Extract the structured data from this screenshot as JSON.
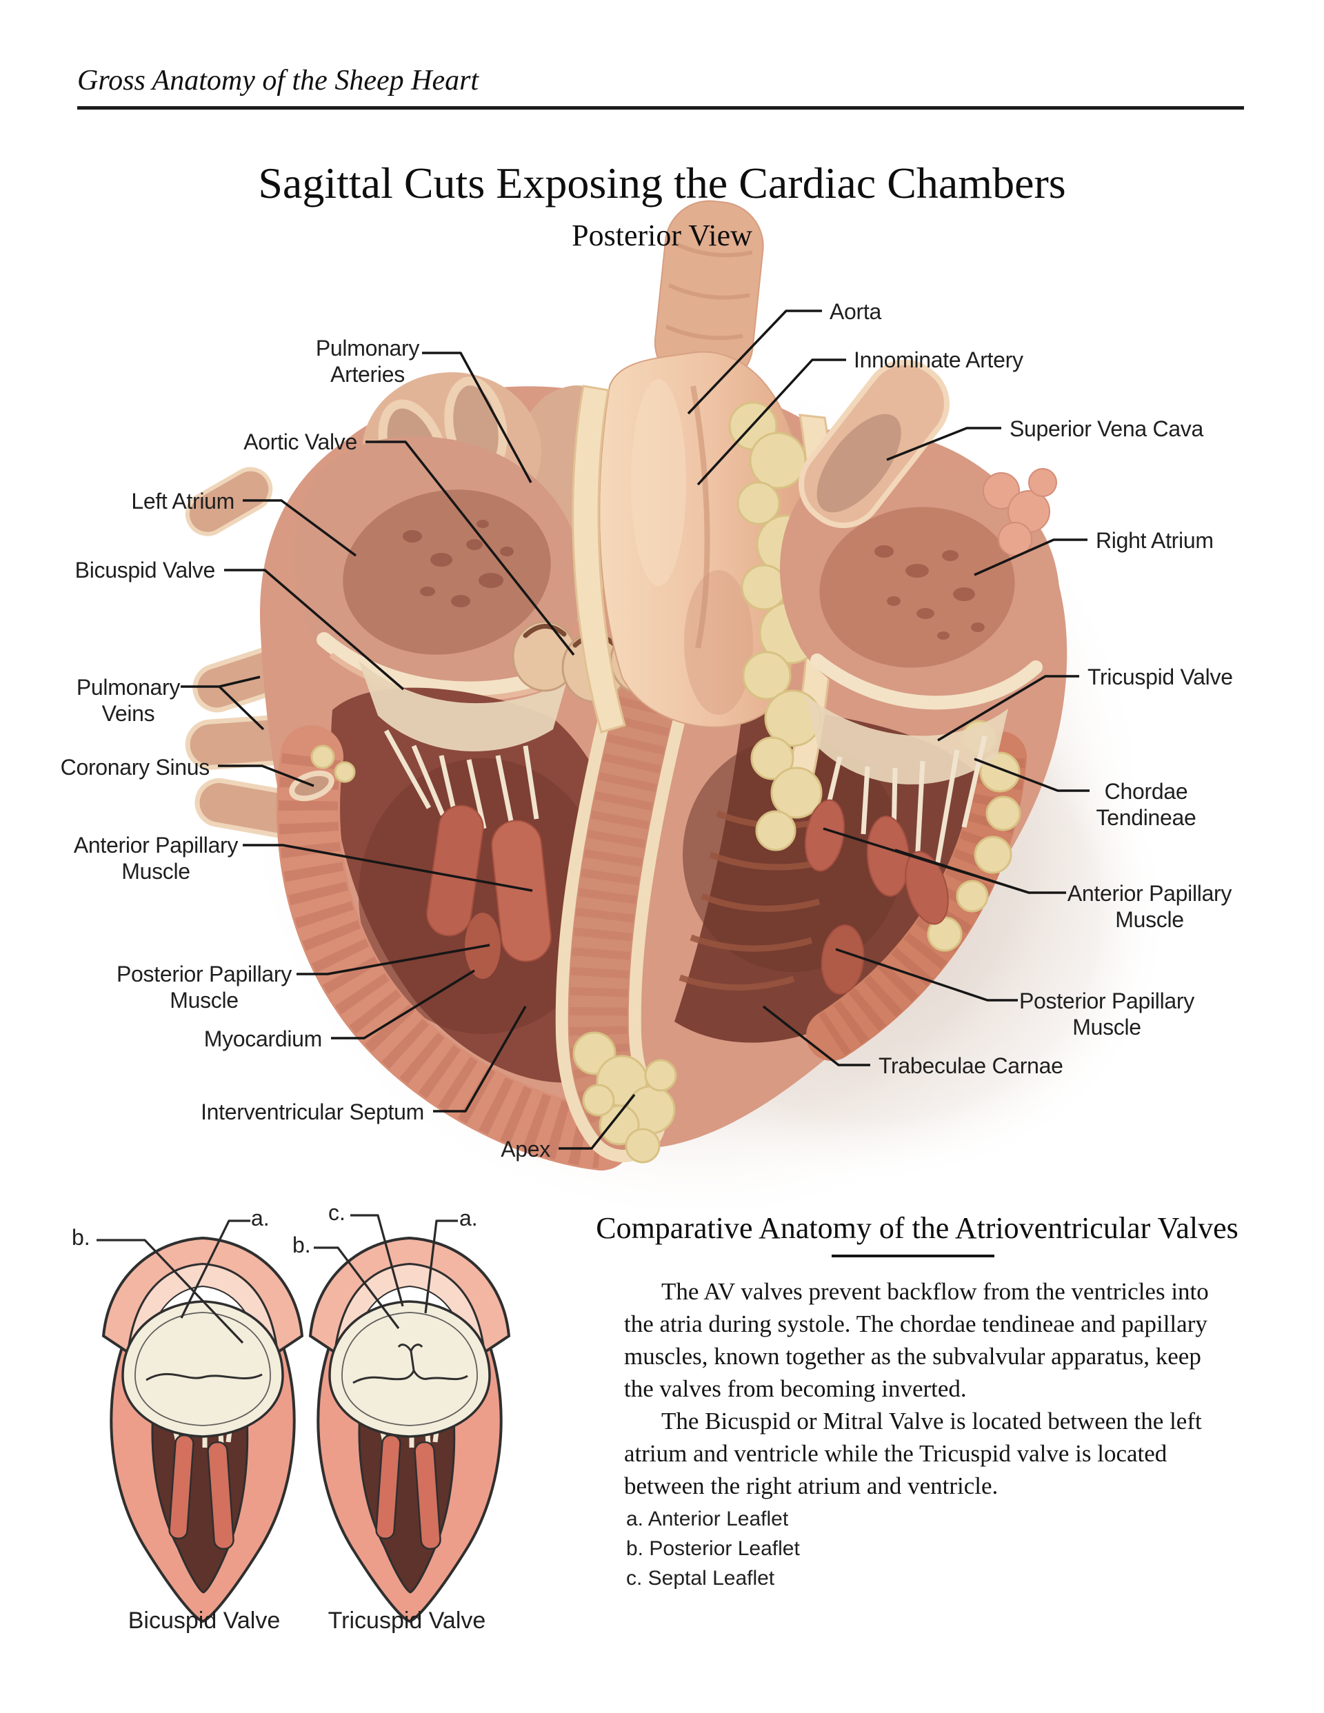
{
  "page": {
    "header": "Gross Anatomy of the Sheep Heart",
    "title": "Sagittal Cuts Exposing the Cardiac Chambers",
    "subtitle": "Posterior View"
  },
  "diagram": {
    "labels": [
      {
        "id": "pulmonary-arteries",
        "text": "Pulmonary\nArteries"
      },
      {
        "id": "aortic-valve",
        "text": "Aortic Valve"
      },
      {
        "id": "left-atrium",
        "text": "Left Atrium"
      },
      {
        "id": "bicuspid-valve",
        "text": "Bicuspid Valve"
      },
      {
        "id": "pulmonary-veins",
        "text": "Pulmonary\nVeins"
      },
      {
        "id": "coronary-sinus",
        "text": "Coronary Sinus"
      },
      {
        "id": "anterior-papillary-muscle-left",
        "text": "Anterior Papillary\nMuscle"
      },
      {
        "id": "posterior-papillary-muscle-left",
        "text": "Posterior Papillary\nMuscle"
      },
      {
        "id": "myocardium",
        "text": "Myocardium"
      },
      {
        "id": "interventricular-septum",
        "text": "Interventricular Septum"
      },
      {
        "id": "apex",
        "text": "Apex"
      },
      {
        "id": "aorta",
        "text": "Aorta"
      },
      {
        "id": "innominate-artery",
        "text": "Innominate Artery"
      },
      {
        "id": "superior-vena-cava",
        "text": "Superior Vena Cava"
      },
      {
        "id": "right-atrium",
        "text": "Right Atrium"
      },
      {
        "id": "tricuspid-valve",
        "text": "Tricuspid Valve"
      },
      {
        "id": "chordae-tendineae",
        "text": "Chordae\nTendineae"
      },
      {
        "id": "anterior-papillary-muscle-right",
        "text": "Anterior Papillary\nMuscle"
      },
      {
        "id": "posterior-papillary-muscle-right",
        "text": "Posterior Papillary\nMuscle"
      },
      {
        "id": "trabeculae-carnae",
        "text": "Trabeculae Carnae"
      }
    ]
  },
  "figures": {
    "bicuspid": {
      "caption": "Bicuspid Valve",
      "markers": [
        {
          "id": "a",
          "text": "a."
        },
        {
          "id": "b",
          "text": "b."
        }
      ]
    },
    "tricuspid": {
      "caption": "Tricuspid Valve",
      "markers": [
        {
          "id": "c",
          "text": "c."
        },
        {
          "id": "b",
          "text": "b."
        },
        {
          "id": "a",
          "text": "a."
        }
      ]
    }
  },
  "comparative": {
    "title": "Comparative Anatomy of the Atrioventricular Valves",
    "para1": "The AV valves prevent backflow from the ventricles into the atria during systole. The chordae tendineae and papillary muscles, known together as the subvalvular apparatus, keep the valves from becoming inverted.",
    "para2": "The Bicuspid or Mitral Valve is located between the left atrium and ventricle while the Tricuspid valve is located between the right atrium and ventricle.",
    "leaflets": [
      "a. Anterior Leaflet",
      "b. Posterior Leaflet",
      "c. Septal Leaflet"
    ]
  },
  "colors": {
    "label_text": "#1f1f1f",
    "leader_line": "#161616",
    "wall_salmon": "#d89a83",
    "atrium_interior": "#b87b66",
    "chamber_dark": "#86453a",
    "papillary": "#ba614f",
    "cream_edge": "#f3debd",
    "chordae_cream": "#f1e4cf",
    "vessel_peach": "#eec3a4",
    "fat_yellow": "#ead9a6",
    "figure_outline": "#2f2f2f",
    "figure_wall": "#ec9e8b",
    "figure_interior": "#5e332b"
  }
}
